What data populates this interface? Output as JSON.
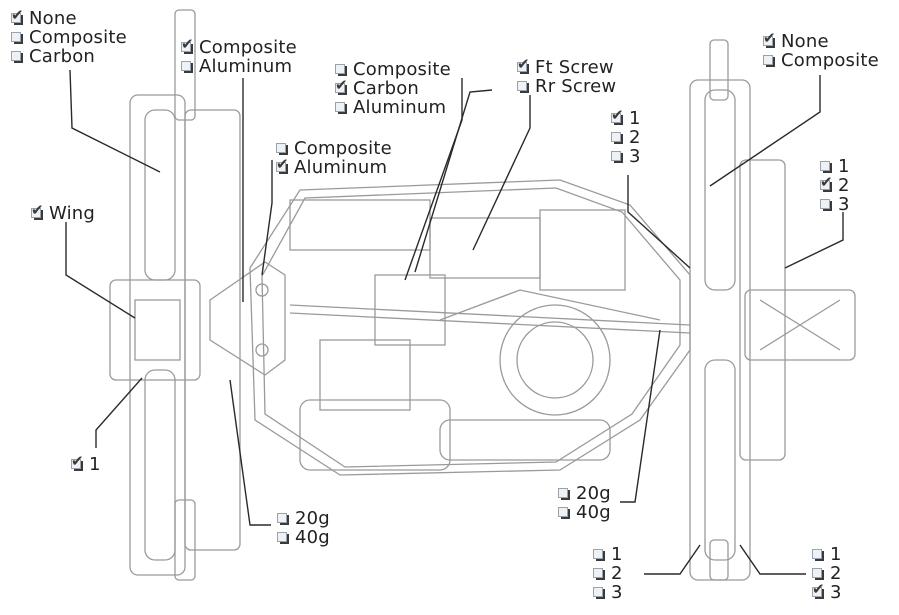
{
  "groups": [
    {
      "id": "front-wing",
      "options": [
        {
          "label": "None",
          "checked": true
        },
        {
          "label": "Composite",
          "checked": false
        },
        {
          "label": "Carbon",
          "checked": false
        }
      ]
    },
    {
      "id": "front-tower",
      "options": [
        {
          "label": "Composite",
          "checked": true
        },
        {
          "label": "Aluminum",
          "checked": false
        }
      ]
    },
    {
      "id": "radio-tray",
      "options": [
        {
          "label": "Composite",
          "checked": false
        },
        {
          "label": "Carbon",
          "checked": true
        },
        {
          "label": "Aluminum",
          "checked": false
        }
      ]
    },
    {
      "id": "servo-saver",
      "options": [
        {
          "label": "Ft Screw",
          "checked": true
        },
        {
          "label": "Rr Screw",
          "checked": false
        }
      ]
    },
    {
      "id": "rear-wing",
      "options": [
        {
          "label": "None",
          "checked": true
        },
        {
          "label": "Composite",
          "checked": false
        }
      ]
    },
    {
      "id": "wing",
      "options": [
        {
          "label": "Wing",
          "checked": true
        }
      ]
    },
    {
      "id": "brace",
      "options": [
        {
          "label": "Composite",
          "checked": false
        },
        {
          "label": "Aluminum",
          "checked": true
        }
      ]
    },
    {
      "id": "rear-upper-pos",
      "options": [
        {
          "label": "1",
          "checked": true
        },
        {
          "label": "2",
          "checked": false
        },
        {
          "label": "3",
          "checked": false
        }
      ]
    },
    {
      "id": "rear-shock-pos",
      "options": [
        {
          "label": "1",
          "checked": false
        },
        {
          "label": "2",
          "checked": true
        },
        {
          "label": "3",
          "checked": false
        }
      ]
    },
    {
      "id": "front-camber",
      "options": [
        {
          "label": "1",
          "checked": true
        }
      ]
    },
    {
      "id": "front-weight",
      "options": [
        {
          "label": "20g",
          "checked": false
        },
        {
          "label": "40g",
          "checked": false
        }
      ]
    },
    {
      "id": "rear-weight",
      "options": [
        {
          "label": "20g",
          "checked": false
        },
        {
          "label": "40g",
          "checked": false
        }
      ]
    },
    {
      "id": "rear-hub-left",
      "options": [
        {
          "label": "1",
          "checked": false
        },
        {
          "label": "2",
          "checked": false
        },
        {
          "label": "3",
          "checked": false
        }
      ]
    },
    {
      "id": "rear-hub-right",
      "options": [
        {
          "label": "1",
          "checked": false
        },
        {
          "label": "2",
          "checked": false
        },
        {
          "label": "3",
          "checked": true
        }
      ]
    }
  ],
  "colors": {
    "line": "#2a2a2a",
    "drawing": "#9a9a9a",
    "checkbox_fill": "#eef2f5"
  }
}
